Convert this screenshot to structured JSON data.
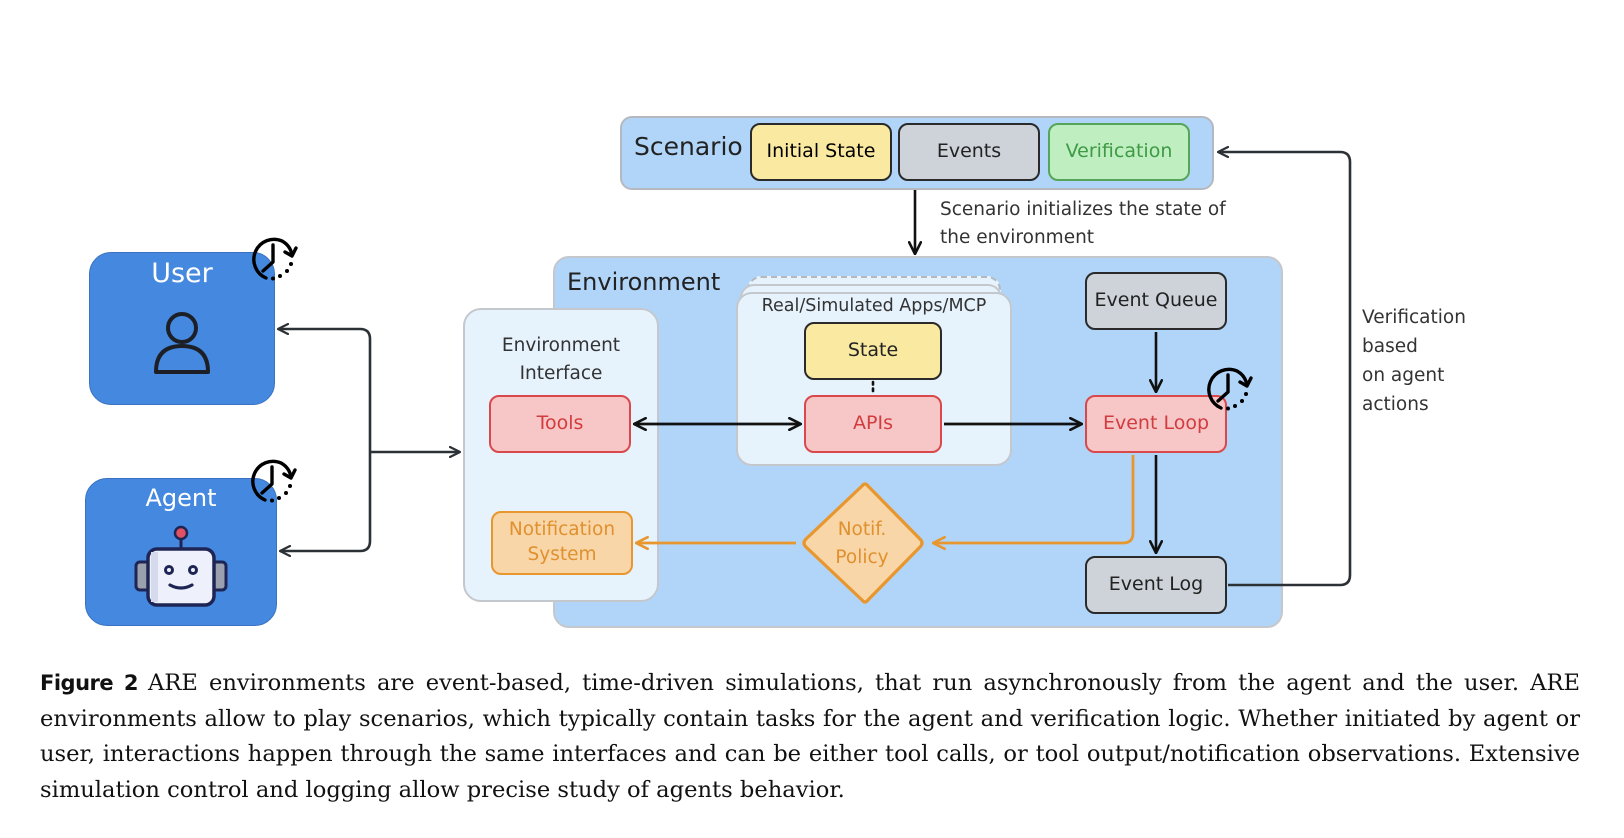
{
  "scenario": {
    "title": "Scenario",
    "initial_state": "Initial State",
    "events": "Events",
    "verification": "Verification",
    "init_note_line1": "Scenario initializes the state of",
    "init_note_line2": "the environment"
  },
  "environment": {
    "title": "Environment",
    "interface_title_line1": "Environment",
    "interface_title_line2": "Interface",
    "tools": "Tools",
    "notification_line1": "Notification",
    "notification_line2": "System",
    "apps_title": "Real/Simulated Apps/MCP",
    "state": "State",
    "apis": "APIs",
    "event_queue": "Event Queue",
    "event_loop": "Event Loop",
    "event_log": "Event Log",
    "policy_line1": "Notif.",
    "policy_line2": "Policy"
  },
  "actors": {
    "user": "User",
    "agent": "Agent"
  },
  "verification_note": [
    "Verification",
    "based",
    "on agent",
    "actions"
  ],
  "icons": {
    "user": "person-icon",
    "agent": "robot-icon",
    "clock": "clock-timer-icon"
  },
  "colors": {
    "actor_blue": "#4488df",
    "panel_blue": "#b1d5f9",
    "panel_light": "#e6f2fc",
    "yellow": "#fae9a0",
    "gray": "#ced3da",
    "green": "#bfefc0",
    "red_fill": "#f7c7c8",
    "red_text": "#d23c3e",
    "orange_fill": "#f9d6a7",
    "orange": "#e8962e"
  },
  "caption": {
    "label": "Figure 2",
    "text": "ARE environments are event-based, time-driven simulations, that run asynchronously from the agent and the user. ARE environments allow to play scenarios, which typically contain tasks for the agent and verification logic. Whether initiated by agent or user, interactions happen through the same interfaces and can be either tool calls, or tool output/notification observations. Extensive simulation control and logging allow precise study of agents behavior."
  }
}
